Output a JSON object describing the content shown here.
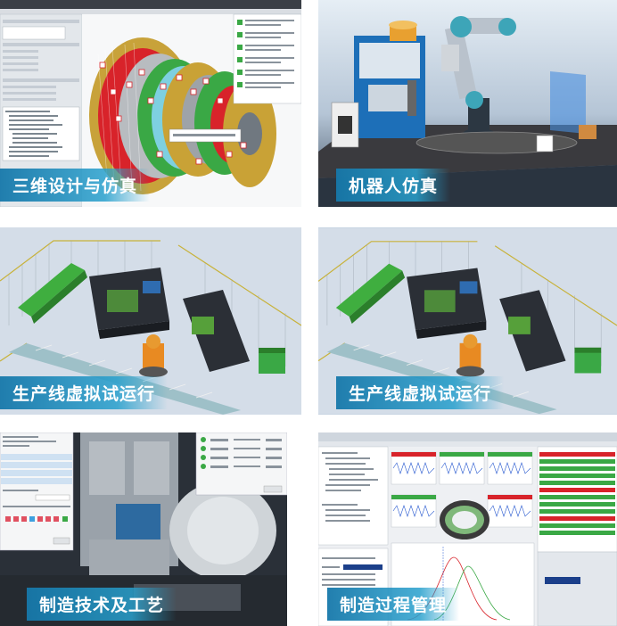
{
  "tiles": [
    {
      "caption": "三维设计与仿真",
      "icon": "cad-gear-assembly-image"
    },
    {
      "caption": "机器人仿真",
      "icon": "robot-arm-cell-image"
    },
    {
      "caption": "生产线虚拟试运行",
      "icon": "production-line-image"
    },
    {
      "caption": "生产线虚拟试运行",
      "icon": "production-line-image"
    },
    {
      "caption": "制造技术及工艺",
      "icon": "machining-simulation-image"
    },
    {
      "caption": "制造过程管理",
      "icon": "process-management-image"
    }
  ],
  "colors": {
    "caption_bg": "#1e8cc0",
    "panel_bg": "#e8ecf0",
    "gear_red": "#d8232a",
    "gear_green": "#3aa845",
    "line_green": "#3fae3f"
  }
}
